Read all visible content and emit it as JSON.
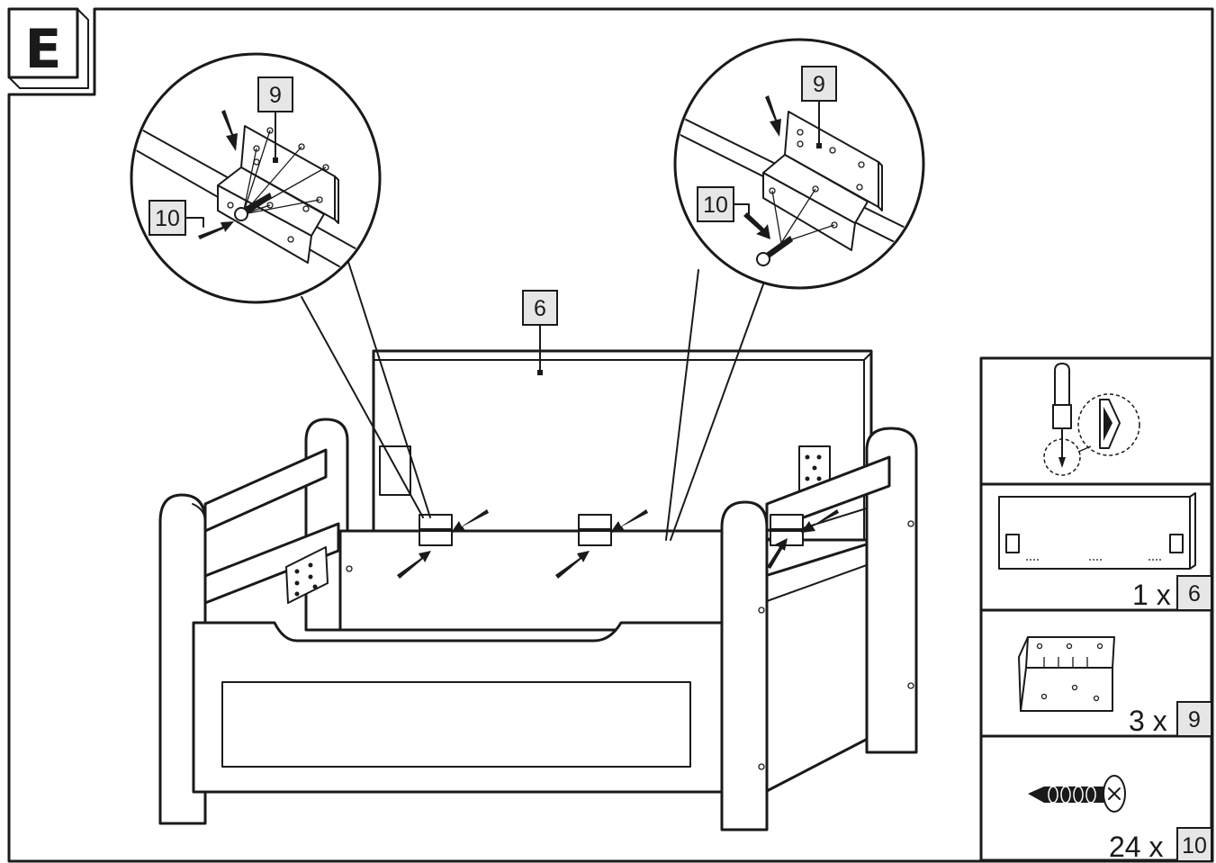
{
  "step": {
    "letter": "E"
  },
  "callouts": {
    "main_panel": "6",
    "left_zoom_hinge": "9",
    "left_zoom_screw": "10",
    "right_zoom_hinge": "9",
    "right_zoom_screw": "10"
  },
  "parts_list": [
    {
      "quantity": "1 x",
      "part": "6",
      "description_icon": "lid-panel-icon"
    },
    {
      "quantity": "3 x",
      "part": "9",
      "description_icon": "hinge-icon"
    },
    {
      "quantity": "24 x",
      "part": "10",
      "description_icon": "screw-icon"
    }
  ],
  "tools": {
    "icon": "phillips-screwdriver-icon"
  },
  "colors": {
    "line": "#1a1a1a",
    "background": "#ffffff",
    "label_fill": "#e6e6e6"
  }
}
